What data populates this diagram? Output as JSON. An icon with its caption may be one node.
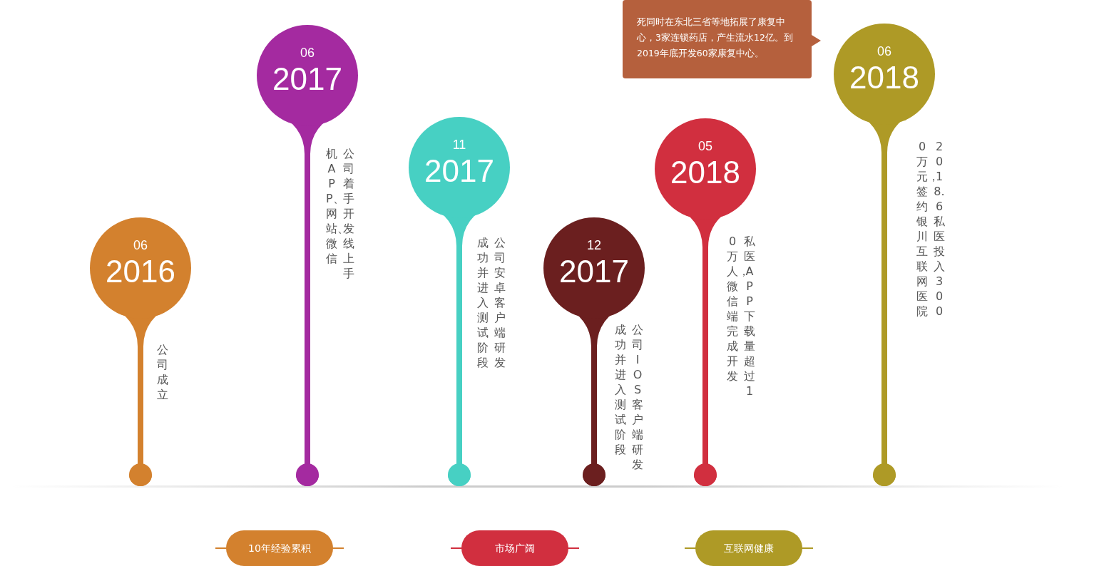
{
  "diagram": {
    "nodes": [
      {
        "text": [
          "06",
          "2016"
        ],
        "beside": [
          "公司成立"
        ]
      },
      {
        "text": [
          "06",
          "2017"
        ],
        "beside": [
          "公司着手开发线上手机APP、网站、微信"
        ]
      },
      {
        "text": [
          "11",
          "2017"
        ],
        "beside": [
          "公司安卓客户端研发成功并进入测试阶段"
        ]
      },
      {
        "text": [
          "12",
          "2017"
        ],
        "beside": [
          "公司IOS客户端研发成功并进入测试阶段"
        ]
      },
      {
        "text": [
          "05",
          "2018"
        ],
        "beside": [
          "私医APP下载量超过10万人，微信端完成开发"
        ]
      },
      {
        "text": [
          "死同时在东北三省等地拓展了康复中心，3家连锁药店，产生流水12亿。到2019年底开发60家康复中心。"
        ]
      },
      {
        "text": [
          "06",
          "2018"
        ],
        "beside": [
          "2018.6私医投入3000万元，签约银川互联网医院"
        ]
      },
      {
        "text": [
          "10年经验累积"
        ]
      },
      {
        "text": [
          "市场广阔"
        ]
      },
      {
        "text": [
          "互联网健康"
        ]
      }
    ]
  }
}
